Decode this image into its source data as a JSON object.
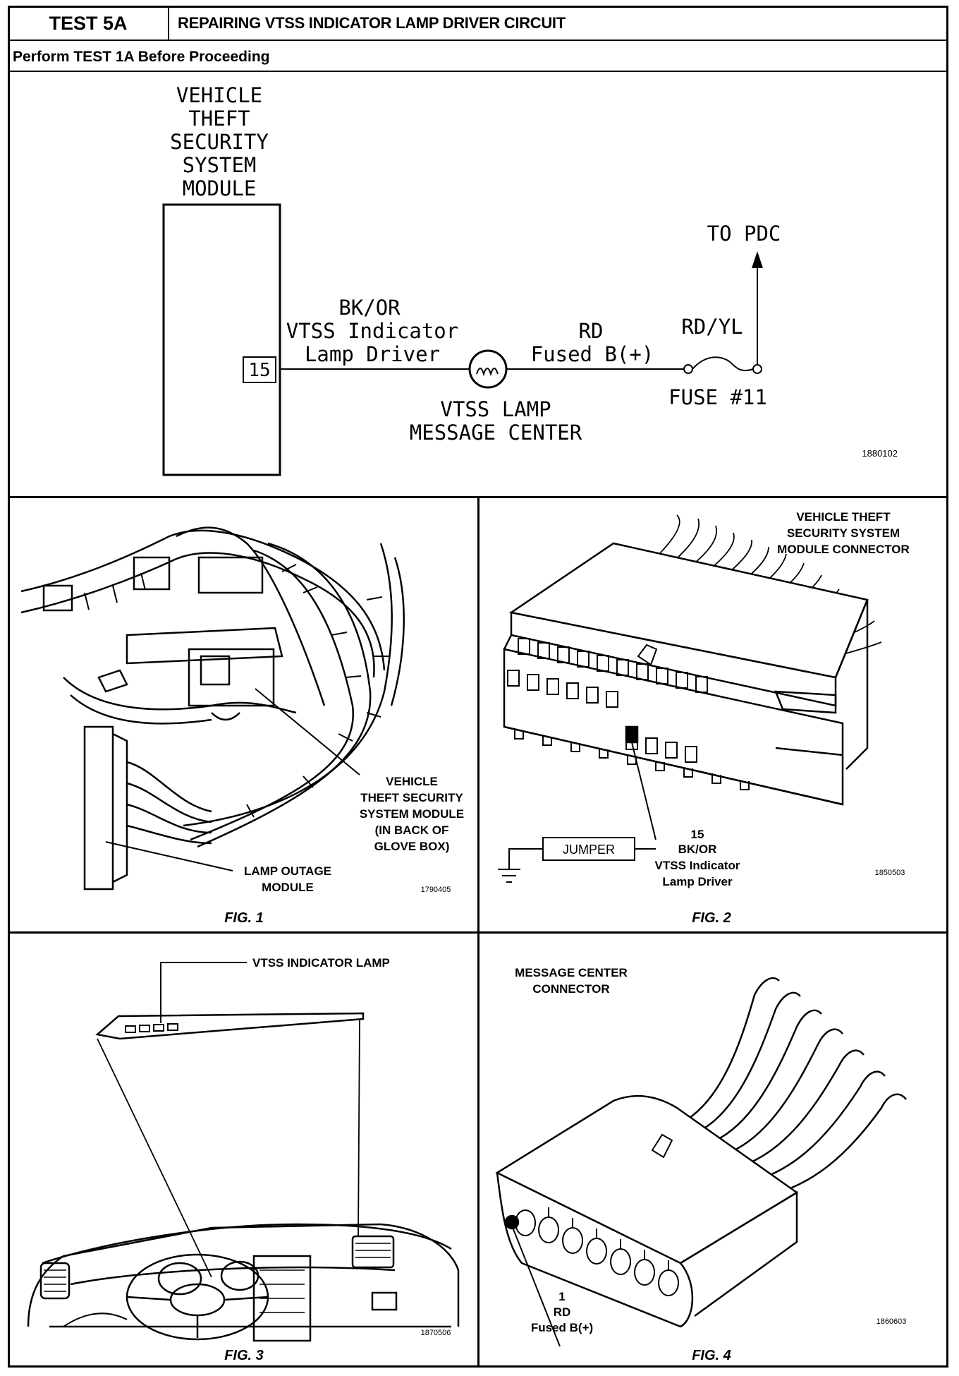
{
  "header": {
    "test_id": "TEST 5A",
    "title": "REPAIRING VTSS INDICATOR LAMP DRIVER CIRCUIT",
    "prerequisite": "Perform TEST 1A Before Proceeding"
  },
  "schematic": {
    "module_label": [
      "VEHICLE",
      "THEFT",
      "SECURITY",
      "SYSTEM",
      "MODULE"
    ],
    "pin": "15",
    "wire1_color": "BK/OR",
    "wire1_name": [
      "VTSS Indicator",
      "Lamp Driver"
    ],
    "wire2_color": "RD",
    "wire2_name": "Fused B(+)",
    "wire3_color": "RD/YL",
    "lamp_label": [
      "VTSS LAMP",
      "MESSAGE CENTER"
    ],
    "fuse_label": "FUSE #11",
    "to_label": "TO PDC",
    "ref": "1880102"
  },
  "fig1": {
    "caption": "FIG. 1",
    "module_callout": [
      "VEHICLE",
      "THEFT SECURITY",
      "SYSTEM MODULE",
      "(IN BACK OF",
      "GLOVE BOX)"
    ],
    "lamp_outage_callout": [
      "LAMP OUTAGE",
      "MODULE"
    ],
    "ref": "1790405"
  },
  "fig2": {
    "caption": "FIG. 2",
    "connector_title": [
      "VEHICLE THEFT",
      "SECURITY SYSTEM",
      "MODULE CONNECTOR"
    ],
    "jumper": "JUMPER",
    "pin_callout": [
      "15",
      "BK/OR",
      "VTSS Indicator",
      "Lamp Driver"
    ],
    "ref": "1850503"
  },
  "fig3": {
    "caption": "FIG. 3",
    "lamp_callout": "VTSS INDICATOR LAMP",
    "ref": "1870506"
  },
  "fig4": {
    "caption": "FIG. 4",
    "connector_title": [
      "MESSAGE CENTER",
      "CONNECTOR"
    ],
    "pin_callout": [
      "1",
      "RD",
      "Fused B(+)"
    ],
    "ref": "1860603"
  }
}
